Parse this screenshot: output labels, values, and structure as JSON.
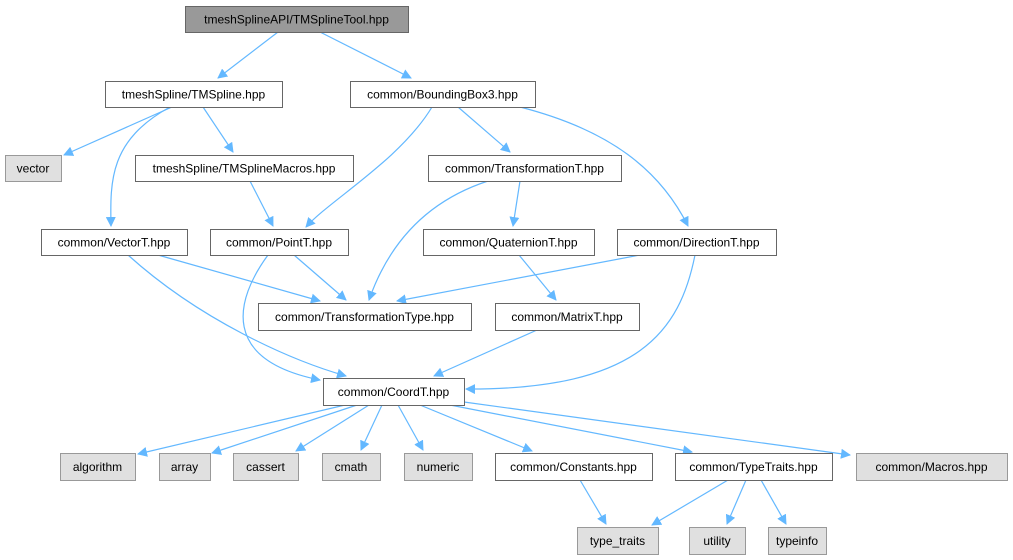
{
  "diagram": {
    "type": "include-dependency-graph",
    "colors": {
      "edge": "#63b8ff",
      "root_fill": "#999999",
      "root_stroke": "#666666",
      "internal_fill": "#ffffff",
      "internal_stroke": "#666666",
      "external_fill": "#e0e0e0",
      "external_stroke": "#999999"
    },
    "nodes": [
      {
        "id": "root",
        "label": "tmeshSplineAPI/TMSplineTool.hpp",
        "kind": "root"
      },
      {
        "id": "tmspline",
        "label": "tmeshSpline/TMSpline.hpp",
        "kind": "internal"
      },
      {
        "id": "bbox3",
        "label": "common/BoundingBox3.hpp",
        "kind": "internal"
      },
      {
        "id": "vector",
        "label": "vector",
        "kind": "external"
      },
      {
        "id": "tmsmacros",
        "label": "tmeshSpline/TMSplineMacros.hpp",
        "kind": "internal"
      },
      {
        "id": "transformationT",
        "label": "common/TransformationT.hpp",
        "kind": "internal"
      },
      {
        "id": "vectorT",
        "label": "common/VectorT.hpp",
        "kind": "internal"
      },
      {
        "id": "pointT",
        "label": "common/PointT.hpp",
        "kind": "internal"
      },
      {
        "id": "quaternionT",
        "label": "common/QuaternionT.hpp",
        "kind": "internal"
      },
      {
        "id": "directionT",
        "label": "common/DirectionT.hpp",
        "kind": "internal"
      },
      {
        "id": "transformationType",
        "label": "common/TransformationType.hpp",
        "kind": "internal"
      },
      {
        "id": "matrixT",
        "label": "common/MatrixT.hpp",
        "kind": "internal"
      },
      {
        "id": "coordT",
        "label": "common/CoordT.hpp",
        "kind": "internal"
      },
      {
        "id": "algorithm",
        "label": "algorithm",
        "kind": "external"
      },
      {
        "id": "array",
        "label": "array",
        "kind": "external"
      },
      {
        "id": "cassert",
        "label": "cassert",
        "kind": "external"
      },
      {
        "id": "cmath",
        "label": "cmath",
        "kind": "external"
      },
      {
        "id": "numeric",
        "label": "numeric",
        "kind": "external"
      },
      {
        "id": "constants",
        "label": "common/Constants.hpp",
        "kind": "internal"
      },
      {
        "id": "typeTraitsHpp",
        "label": "common/TypeTraits.hpp",
        "kind": "internal"
      },
      {
        "id": "macros",
        "label": "common/Macros.hpp",
        "kind": "external"
      },
      {
        "id": "type_traits",
        "label": "type_traits",
        "kind": "external"
      },
      {
        "id": "utility",
        "label": "utility",
        "kind": "external"
      },
      {
        "id": "typeinfo",
        "label": "typeinfo",
        "kind": "external"
      }
    ],
    "edges": [
      [
        "root",
        "tmspline"
      ],
      [
        "root",
        "bbox3"
      ],
      [
        "tmspline",
        "vector"
      ],
      [
        "tmspline",
        "tmsmacros"
      ],
      [
        "tmspline",
        "vectorT"
      ],
      [
        "bbox3",
        "pointT"
      ],
      [
        "bbox3",
        "transformationT"
      ],
      [
        "bbox3",
        "directionT"
      ],
      [
        "tmsmacros",
        "pointT"
      ],
      [
        "transformationT",
        "transformationType"
      ],
      [
        "transformationT",
        "quaternionT"
      ],
      [
        "vectorT",
        "transformationType"
      ],
      [
        "vectorT",
        "coordT"
      ],
      [
        "pointT",
        "transformationType"
      ],
      [
        "pointT",
        "coordT"
      ],
      [
        "quaternionT",
        "matrixT"
      ],
      [
        "directionT",
        "transformationType"
      ],
      [
        "directionT",
        "coordT"
      ],
      [
        "matrixT",
        "coordT"
      ],
      [
        "coordT",
        "algorithm"
      ],
      [
        "coordT",
        "array"
      ],
      [
        "coordT",
        "cassert"
      ],
      [
        "coordT",
        "cmath"
      ],
      [
        "coordT",
        "numeric"
      ],
      [
        "coordT",
        "constants"
      ],
      [
        "coordT",
        "typeTraitsHpp"
      ],
      [
        "coordT",
        "macros"
      ],
      [
        "constants",
        "type_traits"
      ],
      [
        "typeTraitsHpp",
        "type_traits"
      ],
      [
        "typeTraitsHpp",
        "utility"
      ],
      [
        "typeTraitsHpp",
        "typeinfo"
      ]
    ]
  }
}
